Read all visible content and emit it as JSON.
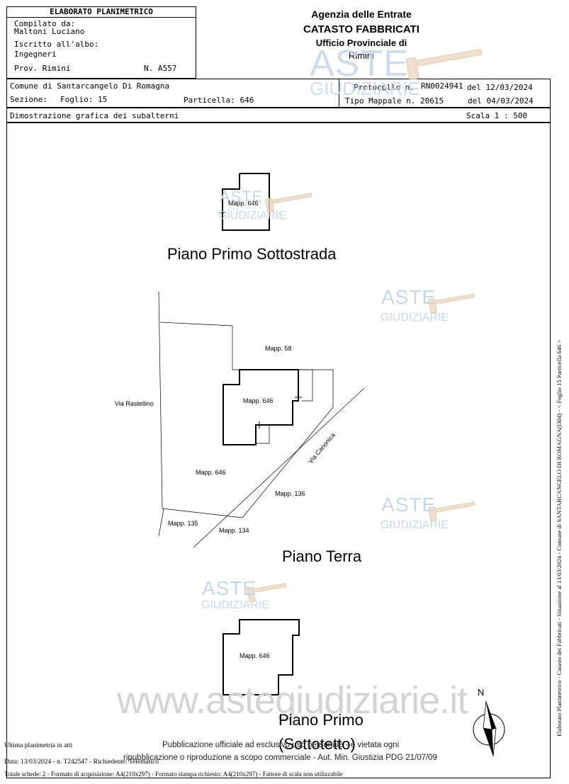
{
  "header": {
    "title": "ELABORATO PLANIMETRICO",
    "compilato_label": "Compilato da:",
    "compilato_name": "Maltoni Luciano",
    "iscritto_label": "Iscritto all'albo:",
    "iscritto_value": "Ingegneri",
    "prov": "Prov. Rimini",
    "numero": "N. A557",
    "agency_line1": "Agenzia delle Entrate",
    "agency_line2": "CATASTO FABBRICATI",
    "agency_line3": "Ufficio Provinciale di",
    "agency_line4": "Rimini"
  },
  "info": {
    "comune": "Comune di Santarcangelo Di Romagna",
    "sezione": "Sezione:",
    "foglio": "Foglio: 15",
    "particella": "Particella: 646",
    "protocollo_label": "Protocollo n.",
    "protocollo_value": "RN0024941",
    "protocollo_date": "del 12/03/2024",
    "tipo_label": "Tipo Mappale n.",
    "tipo_value": "20615",
    "tipo_date": "del 04/03/2024",
    "dimostrazione": "Dimostrazione grafica dei subalterni",
    "scala": "Scala 1 : 500"
  },
  "plans": {
    "sottostrada_label": "Mapp. 646",
    "sottostrada_title": "Piano Primo Sottostrada",
    "terra_mapp58": "Mapp. 58",
    "terra_mapp646_building": "Mapp. 646",
    "terra_via_rastellino": "Via Rastellino",
    "terra_via_canonica": "Via Canonica",
    "terra_mapp646_lot": "Mapp. 646",
    "terra_mapp136": "Mapp. 136",
    "terra_mapp135": "Mapp. 135",
    "terra_mapp134": "Mapp. 134",
    "terra_title": "Piano Terra",
    "primo_label": "Mapp. 646",
    "primo_title_line1": "Piano Primo",
    "primo_title_line2": "(Sottotetto)",
    "north": "N"
  },
  "watermarks": {
    "aste": "ASTE",
    "giudiziarie": "GIUDIZIARIE",
    "site": "www.astegiudiziarie.it"
  },
  "footer": {
    "ultima": "Ultima planimetria in atti",
    "data": "Data: 13/03/2024 - n. T242547 - Richiedente: Telematico",
    "totale": "Totale schede: 2 - Formato di acquisizione: A4(210x297)  - Formato stampa richiesto: A4(210x297) - Fattore di scala non utilizzabile",
    "pubblicazione1": "Pubblicazione ufficiale ad esclusivo uso personale - è vietata ogni",
    "pubblicazione2": "ripubblicazione o riproduzione a scopo commerciale - Aut. Min. Giustizia PDG 21/07/09",
    "side_text": "Elaborato Planimetrico - Catasto dei Fabbricati - Situazione al 13/03/2024 - Comune di SANTARCANGELO DI ROMAGNA(I304) - < Foglio 15 Particella 646 >"
  }
}
